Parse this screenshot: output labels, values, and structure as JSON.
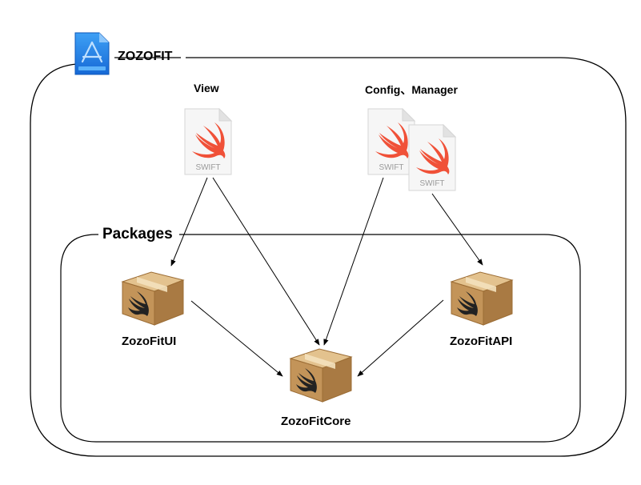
{
  "project": {
    "name": "ZOZOFIT",
    "icon": "xcode-project-icon"
  },
  "packages_group": {
    "label": "Packages"
  },
  "source_files": [
    {
      "label": "View",
      "file_type": "SWIFT",
      "icon": "swift-file-icon"
    },
    {
      "label": "Config、Manager",
      "file_type": "SWIFT",
      "icon": "swift-file-icon",
      "count": 2
    }
  ],
  "packages": [
    {
      "name": "ZozoFitUI",
      "icon": "swift-package-icon"
    },
    {
      "name": "ZozoFitAPI",
      "icon": "swift-package-icon"
    },
    {
      "name": "ZozoFitCore",
      "icon": "swift-package-icon"
    }
  ],
  "dependencies": [
    {
      "from": "View",
      "to": "ZozoFitUI"
    },
    {
      "from": "View",
      "to": "ZozoFitCore"
    },
    {
      "from": "Config、Manager",
      "to": "ZozoFitCore"
    },
    {
      "from": "Config、Manager",
      "to": "ZozoFitAPI"
    },
    {
      "from": "ZozoFitUI",
      "to": "ZozoFitCore"
    },
    {
      "from": "ZozoFitAPI",
      "to": "ZozoFitCore"
    }
  ],
  "colors": {
    "border": "#000000",
    "swift_orange": "#f05138",
    "box_brown": "#b8894f",
    "xcode_blue": "#1e88e5"
  }
}
